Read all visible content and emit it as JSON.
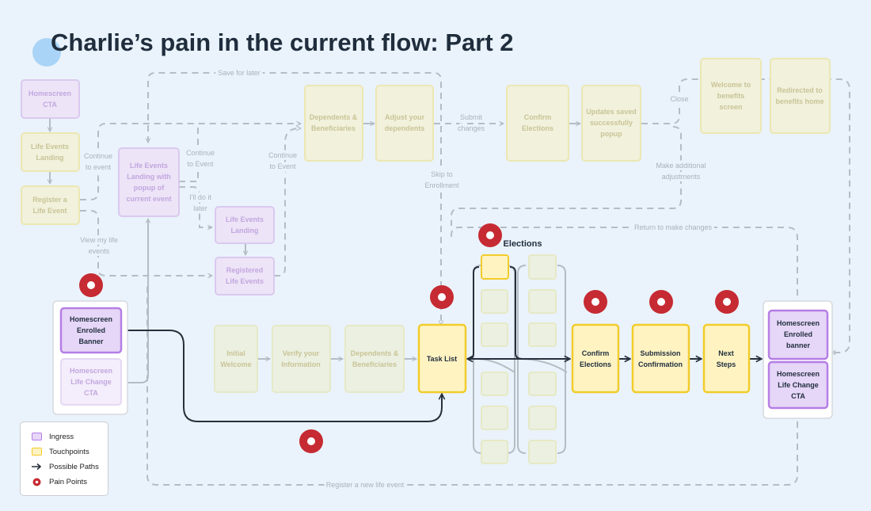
{
  "title": "Charlie’s pain in the current flow: Part 2",
  "colors": {
    "background": "#eaf3fb",
    "ingress_fill": "#e6d6f7",
    "ingress_stroke": "#b57ee6",
    "touchpoint_fill": "#fff3c2",
    "touchpoint_stroke": "#f2cc2b",
    "pain": "#c62a32",
    "faded_line": "#b4bcc4",
    "dark_line": "#25303c"
  },
  "faded_nodes": {
    "homescreen_cta": "Homescreen CTA",
    "life_events_landing": "Life Events Landing",
    "register_life_event": "Register a Life Event",
    "life_events_popup": "Life Events Landing with popup of current event",
    "life_events_landing_2": "Life Events Landing",
    "registered_life_events": "Registered Life Events",
    "dependents_beneficiaries_top": "Dependents & Beneficiaries",
    "adjust_dependents": "Adjust your dependents",
    "confirm_elections_top": "Confirm Elections",
    "updates_saved": "Updates saved successfully popup",
    "welcome_benefits": "Welcome to benefits screen",
    "redirected_benefits": "Redirected to benefits home",
    "initial_welcome": "Initial Welcome",
    "verify_information": "Verify your Information",
    "dependents_beneficiaries_mid": "Dependents & Beneficiaries",
    "homescreen_life_change_left": "Homescreen Life Change CTA"
  },
  "active_nodes": {
    "homescreen_enrolled_banner_left": "Homescreen Enrolled Banner",
    "task_list": "Task List",
    "confirm_elections": "Confirm Elections",
    "submission_confirmation": "Submission Confirmation",
    "next_steps": "Next Steps",
    "homescreen_enrolled_banner_right": "Homescreen Enrolled banner",
    "homescreen_life_change_right": "Homescreen Life Change CTA"
  },
  "edge_labels": {
    "save_for_later": "Save for later",
    "continue_to_event_1": "Continue to event",
    "continue_to_event_2": "Continue to Event",
    "continue_to_event_3": "Continue to Event",
    "ill_do_it_later": "I'll do it later",
    "view_my_life_events": "View my life events",
    "submit_changes": "Submit changes",
    "skip_to_enrollment": "Skip to Enrollment",
    "close": "Close",
    "make_additional_adjustments": "Make additional adjustments",
    "return_to_make_changes": "Return to make changes",
    "register_new_life_event": "Register a new life event"
  },
  "elections_label": "Elections",
  "legend": {
    "ingress": "Ingress",
    "touchpoints": "Touchpoints",
    "possible_paths": "Possible Paths",
    "pain_points": "Pain Points"
  }
}
